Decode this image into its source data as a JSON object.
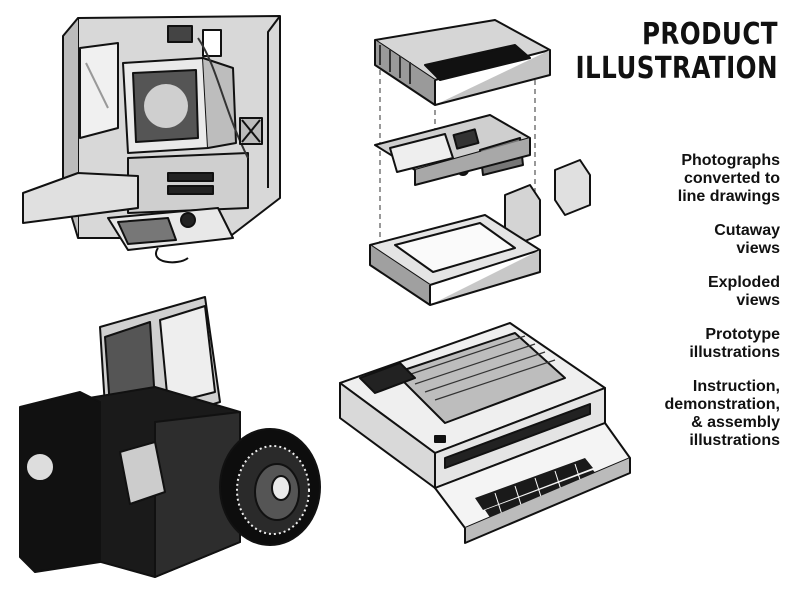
{
  "title": [
    "PRODUCT",
    "ILLUSTRATION"
  ],
  "features": [
    [
      "Photographs",
      "converted to",
      "line drawings"
    ],
    [
      "Cutaway",
      "views"
    ],
    [
      "Exploded",
      "views"
    ],
    [
      "Prototype",
      "illustrations"
    ],
    [
      "Instruction,",
      "demonstration,",
      "& assembly",
      "illustrations"
    ]
  ]
}
